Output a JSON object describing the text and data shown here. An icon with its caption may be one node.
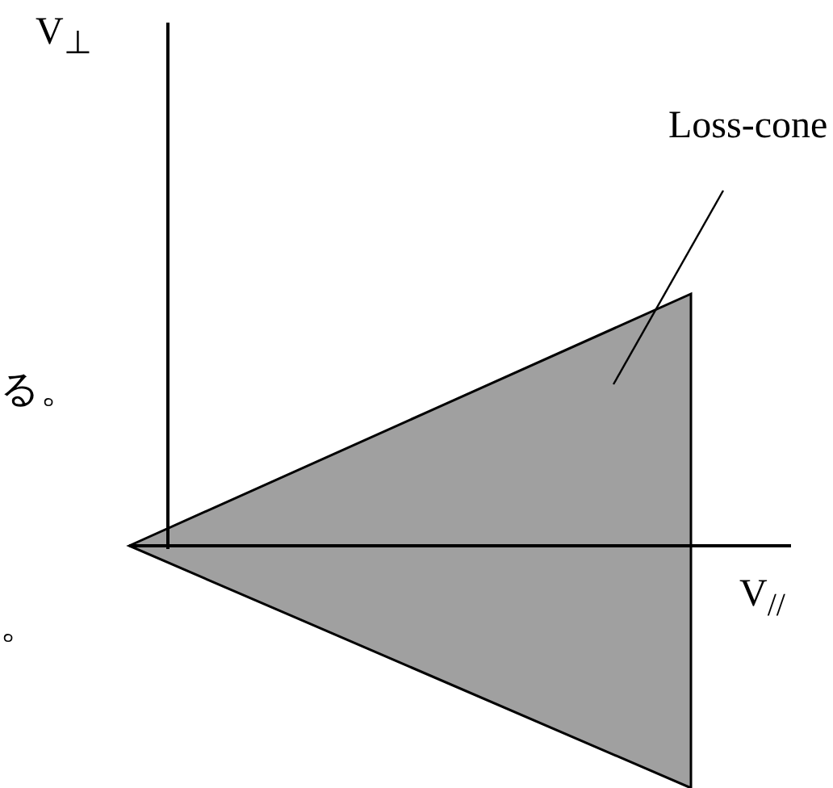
{
  "diagram": {
    "nodes": [
      {
        "text": [
          "Loss-cone"
        ]
      },
      {
        "text": [],
        "shape": "triangle"
      }
    ],
    "edges": [
      {
        "from": 0,
        "to": 1,
        "arrow": "none"
      }
    ],
    "labels": [
      "V$_{⊥}$",
      "る。",
      "V$_{//}$",
      "。"
    ]
  }
}
